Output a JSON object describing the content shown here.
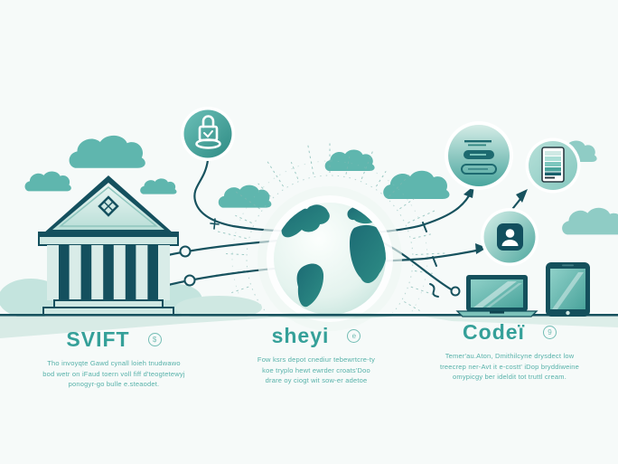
{
  "columns": [
    {
      "title": "SVIFT",
      "badge_glyph": "$",
      "lines": [
        "Tho invoyqte Gawd cynall loieh tnudwawo",
        "bod wetr on iFaud toern voll fiff d'teogtetewyj",
        "ponogyr-go bulle e.steaodet."
      ]
    },
    {
      "title": "sheyi",
      "badge_glyph": "e",
      "lines": [
        "Fow ksrs depot cnediur tebewrtcre-ty",
        "koe tryplo hewt ewrder croats'Doo",
        "drare oy ciogt wit sow-er adetoe"
      ]
    },
    {
      "title": "Codeï",
      "badge_glyph": "9",
      "lines": [
        "Temer'au.Aton, Dmithilcyne drysdect low",
        "treecrep ner-Avt it e-costt' iDop bryddiweine",
        "omypicgy ber ideldit tot truttl cream."
      ]
    }
  ],
  "icons": {
    "left_figure": "bank-building",
    "center_figure": "globe",
    "right_figures": "laptop-and-tablet",
    "badge_1": "padlock",
    "badge_2": "login-form",
    "badge_3": "document-ledger",
    "badge_4": "user-profile"
  },
  "colors": {
    "background": "#f6faf9",
    "outline_teal": "#17525e",
    "cloud_teal": "#5fb6ae",
    "light_mint": "#cfe8e3",
    "badge_teal": "#3c9e96",
    "title_text": "#35a099",
    "body_text": "#56b1a9"
  }
}
